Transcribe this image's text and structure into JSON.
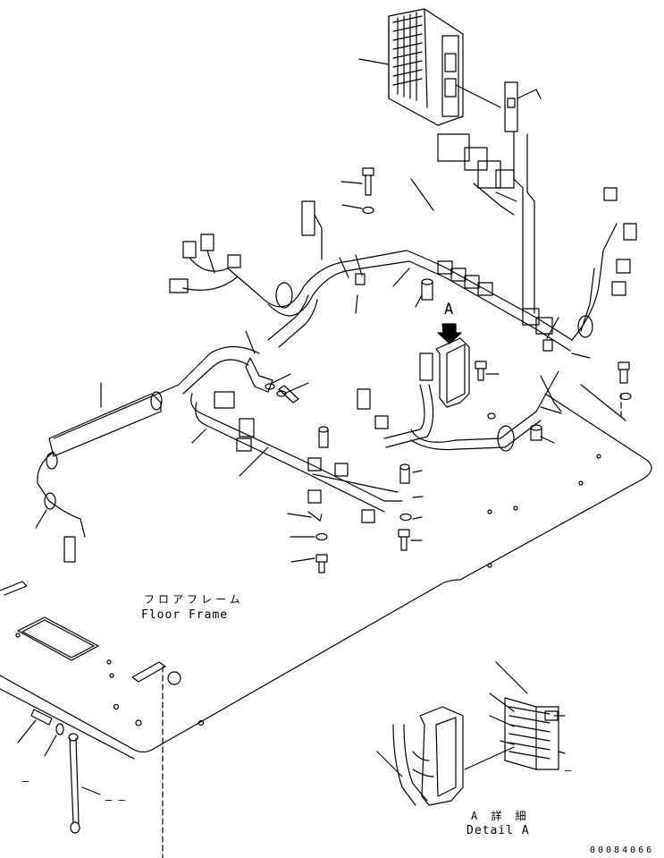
{
  "drawing": {
    "view_label": "A",
    "floor_frame": {
      "label_jp": "フロアフレーム",
      "label_en": "Floor Frame"
    },
    "detail": {
      "label_jp": "A 詳 細",
      "label_en": "Detail A"
    },
    "drawing_number": "00084066",
    "dash_marks": [
      "–",
      "– –",
      "–"
    ]
  }
}
